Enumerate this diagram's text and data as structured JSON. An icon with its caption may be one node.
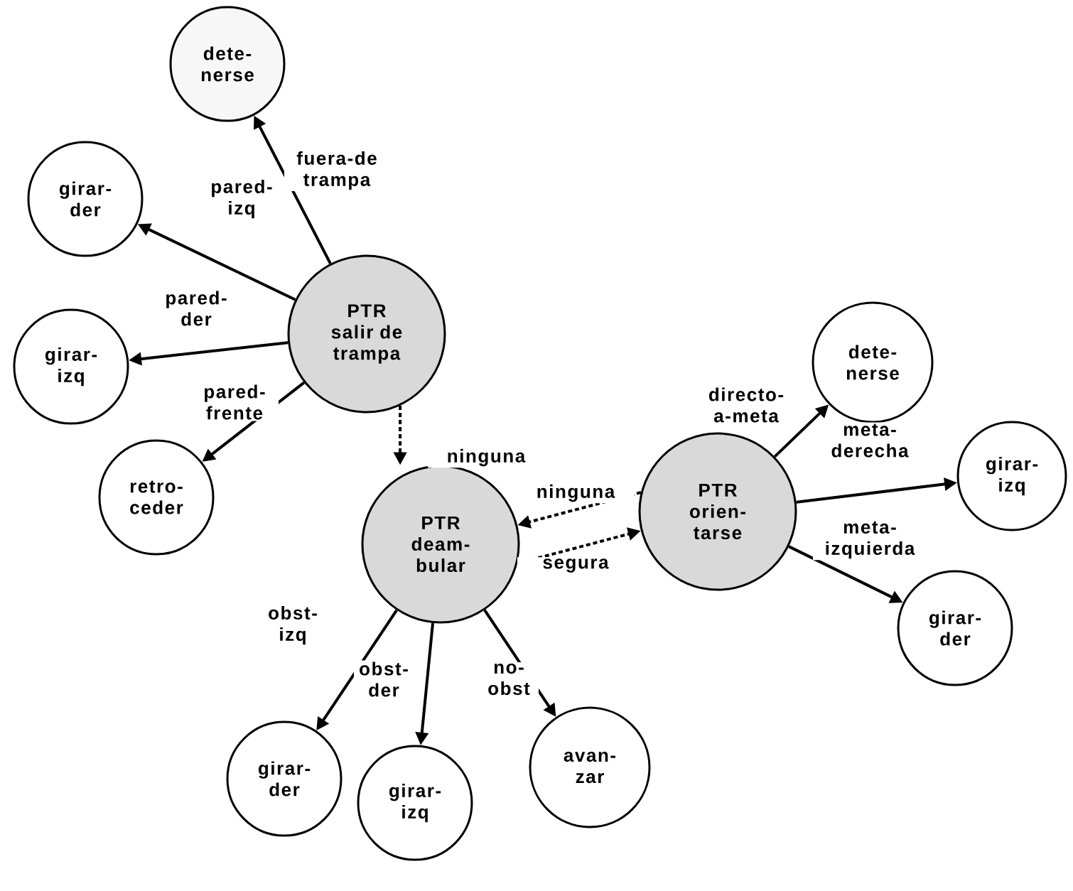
{
  "diagram": {
    "nodes": [
      {
        "text": [
          "PTR",
          "salir de trampa"
        ]
      },
      {
        "text": [
          "dete- nerse"
        ]
      },
      {
        "text": [
          "girar- der"
        ]
      },
      {
        "text": [
          "girar- izq"
        ]
      },
      {
        "text": [
          "retro- ceder"
        ]
      },
      {
        "text": [
          "PTR",
          "deam- bular"
        ]
      },
      {
        "text": [
          "PTR",
          "orien- tarse"
        ]
      },
      {
        "text": [
          "dete- nerse"
        ]
      },
      {
        "text": [
          "girar- izq"
        ]
      },
      {
        "text": [
          "girar- der"
        ]
      },
      {
        "text": [
          "girar- der"
        ]
      },
      {
        "text": [
          "girar- izq"
        ]
      },
      {
        "text": [
          "avan- zar"
        ]
      }
    ],
    "edges": [
      {
        "from": 0,
        "to": 1,
        "arrow": "to",
        "label": "fuera-de trampa"
      },
      {
        "from": 0,
        "to": 2,
        "arrow": "to",
        "label": "pared- izq"
      },
      {
        "from": 0,
        "to": 3,
        "arrow": "to",
        "label": "pared- der"
      },
      {
        "from": 0,
        "to": 4,
        "arrow": "to",
        "label": "pared- frente"
      },
      {
        "from": 0,
        "to": 5,
        "arrow": "to",
        "label": "ninguna",
        "style": "dashed"
      },
      {
        "from": 6,
        "to": 5,
        "arrow": "to",
        "label": "ninguna",
        "style": "dashed"
      },
      {
        "from": 5,
        "to": 6,
        "arrow": "to",
        "label": "segura",
        "style": "dashed"
      },
      {
        "from": 6,
        "to": 7,
        "arrow": "to",
        "label": "directo- a-meta"
      },
      {
        "from": 6,
        "to": 8,
        "arrow": "to",
        "label": "meta- derecha"
      },
      {
        "from": 6,
        "to": 9,
        "arrow": "to",
        "label": "meta- izquierda"
      },
      {
        "from": 5,
        "to": 10,
        "arrow": "to",
        "label": "obst- izq"
      },
      {
        "from": 5,
        "to": 11,
        "arrow": "to",
        "label": "obst- der"
      },
      {
        "from": 5,
        "to": 12,
        "arrow": "to",
        "label": "no- obst"
      }
    ]
  }
}
